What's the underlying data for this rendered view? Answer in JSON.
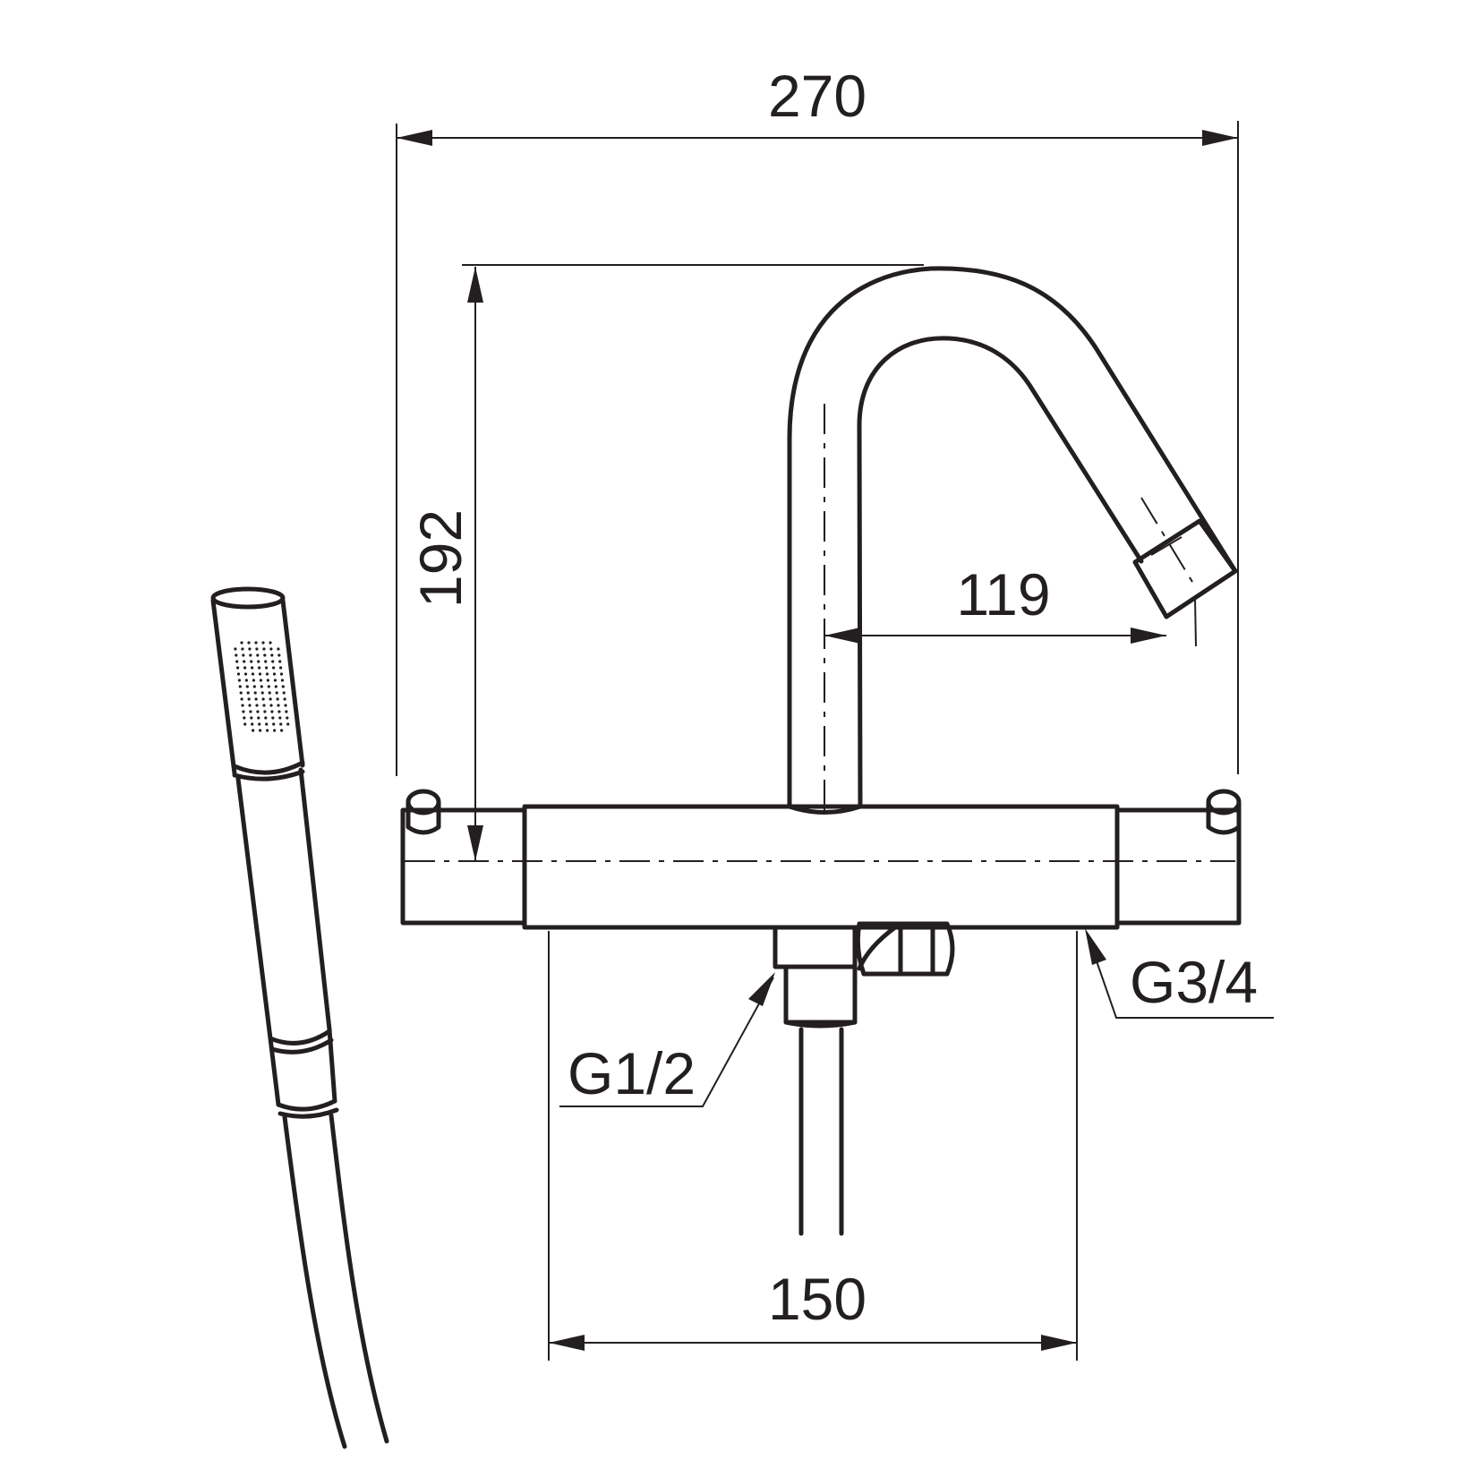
{
  "dimensions": {
    "overall_width": "270",
    "height": "192",
    "spout_reach": "119",
    "connection_centres": "150"
  },
  "threads": {
    "outlet": "G1/2",
    "inlet": "G3/4"
  }
}
